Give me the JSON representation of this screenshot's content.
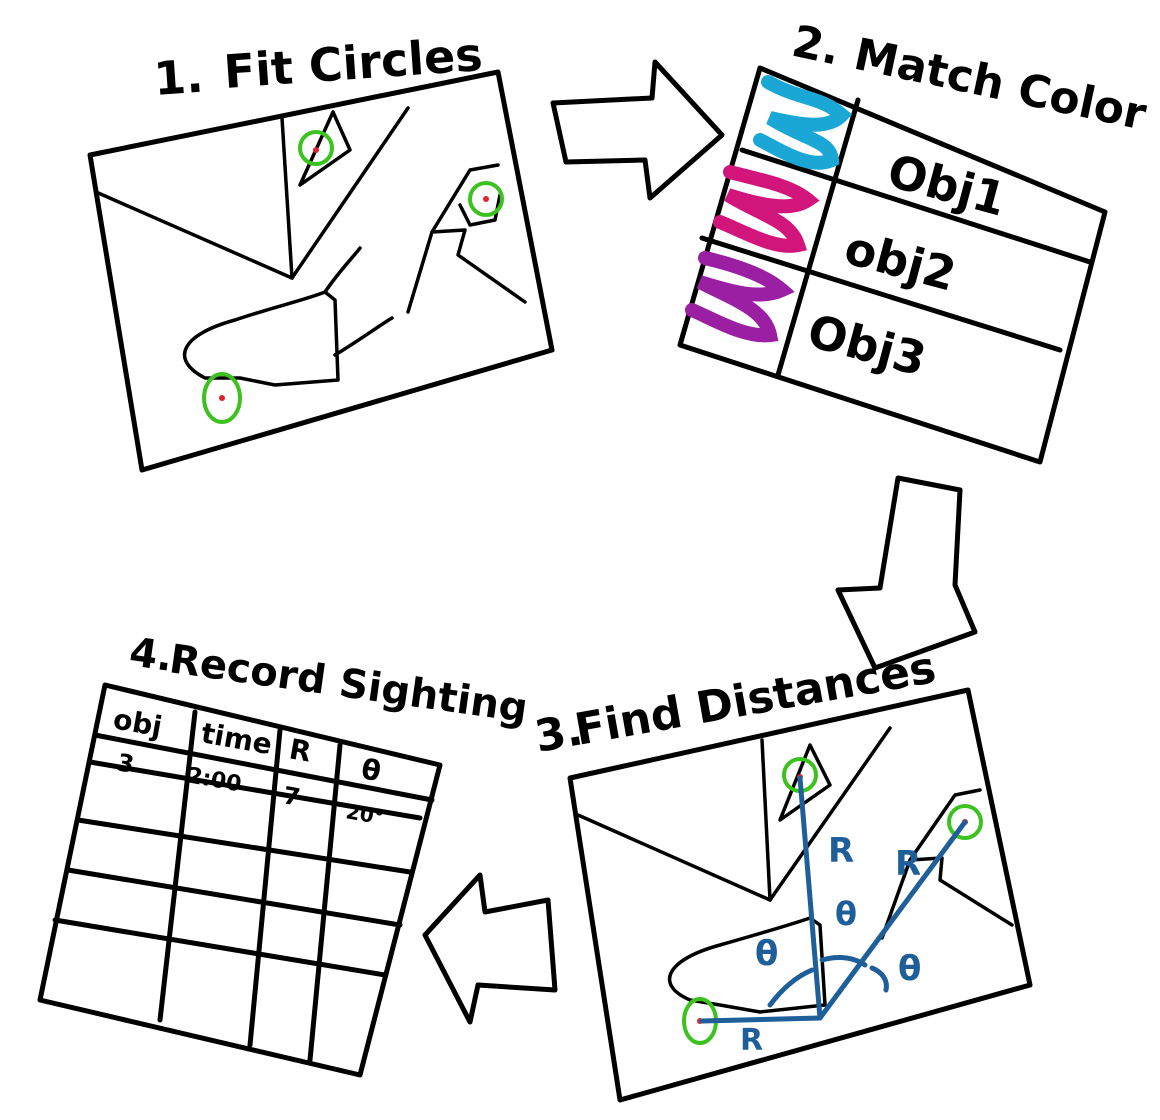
{
  "steps": [
    {
      "number": "1.",
      "title": "Fit Circles"
    },
    {
      "number": "2.",
      "title": "Match Color"
    },
    {
      "number": "3.",
      "title": "Find Distances"
    },
    {
      "number": "4.",
      "title": "Record Sighting"
    }
  ],
  "color_table": {
    "rows": [
      {
        "label": "Obj1",
        "color": "#1aa7d6"
      },
      {
        "label": "obj2",
        "color": "#d1157a"
      },
      {
        "label": "Obj3",
        "color": "#9b1fa3"
      }
    ]
  },
  "distance_labels": {
    "radius": "R",
    "angle": "θ"
  },
  "sighting_table": {
    "headers": [
      "obj",
      "time",
      "R",
      "θ"
    ],
    "row": [
      "3",
      "2:00",
      "7",
      "20°"
    ]
  },
  "colors": {
    "ink": "#000000",
    "circle": "#3cc21f",
    "measure": "#1f5f99",
    "center_dot": "#e0222b"
  }
}
